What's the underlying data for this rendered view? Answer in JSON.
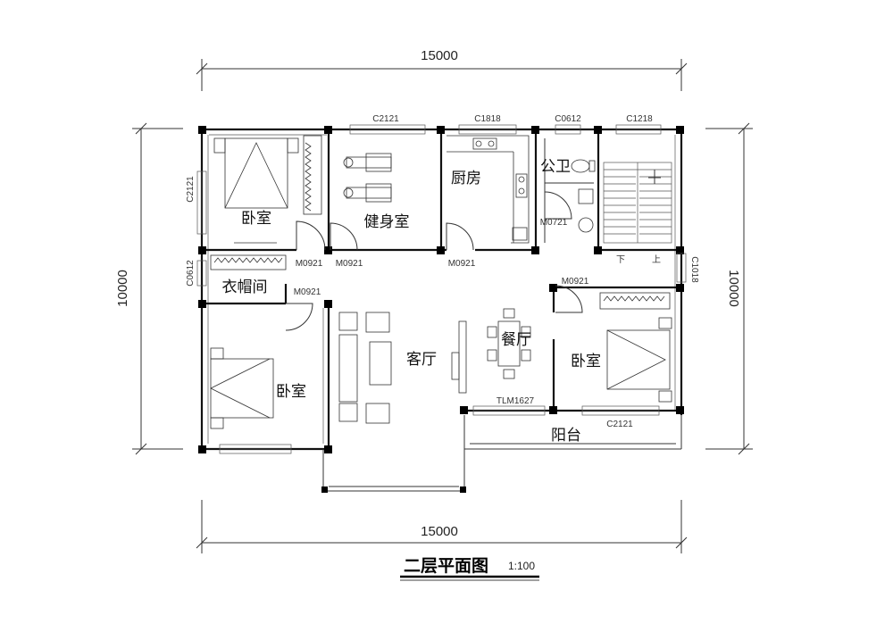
{
  "title": "二层平面图",
  "scale": "1:100",
  "dimensions": {
    "top": "15000",
    "bottom": "15000",
    "left": "10000",
    "right": "10000"
  },
  "rooms": {
    "bedroom_nw": "卧室",
    "gym": "健身室",
    "kitchen": "厨房",
    "public_wc": "公卫",
    "cloakroom": "衣帽间",
    "living": "客厅",
    "dining": "餐厅",
    "bedroom_sw": "卧室",
    "bedroom_e": "卧室",
    "balcony": "阳台"
  },
  "tags": {
    "window_c2121_top": "C2121",
    "window_c1818": "C1818",
    "window_c0612_top": "C0612",
    "window_c1218": "C1218",
    "window_c2121_left": "C2121",
    "window_c0612_left": "C0612",
    "window_c1018": "C1018",
    "door_m0721": "M0721",
    "door_m0921_a": "M0921",
    "door_m0921_b": "M0921",
    "door_m0921_c": "M0921",
    "door_m0921_d": "M0921",
    "door_m0921_e": "M0921",
    "door_tlm1627": "TLM1627",
    "window_c2121_bottom": "C2121"
  },
  "stairs": {
    "down": "下",
    "up": "上"
  }
}
